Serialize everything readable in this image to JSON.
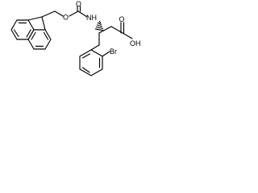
{
  "molecule": {
    "atoms": {
      "o_ester": "O",
      "o_carbamate": "O",
      "nh": "NH",
      "o_acid": "O",
      "oh_acid": "OH",
      "br": "Br"
    }
  }
}
